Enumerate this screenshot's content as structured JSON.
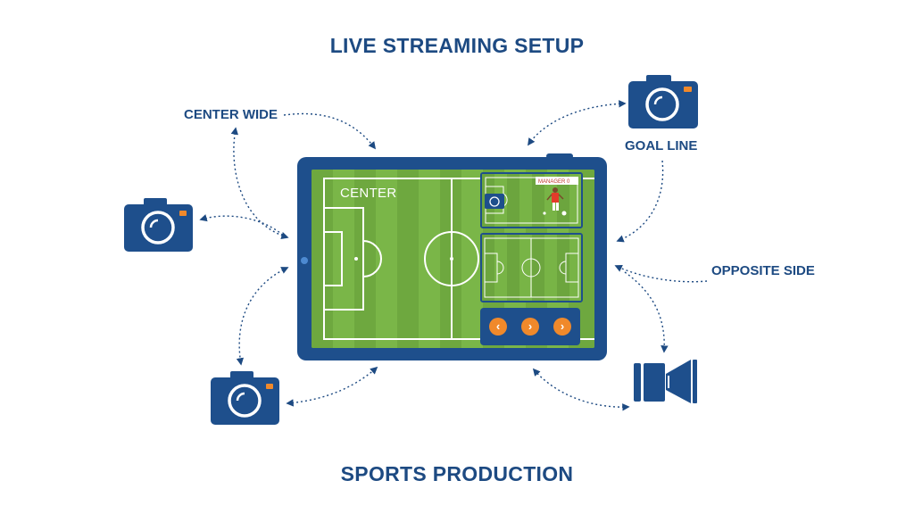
{
  "header": {
    "title": "LIVE STREAMING SETUP"
  },
  "footer": {
    "title": "SPORTS PRODUCTION"
  },
  "cameras": {
    "center_wide": {
      "label": "CENTER WIDE",
      "icon": "camera-icon"
    },
    "goal_line": {
      "label": "GOAL LINE",
      "icon": "camera-icon"
    },
    "opposite_side": {
      "label": "OPPOSITE SIDE",
      "icon": "video-camera-icon"
    },
    "left": {
      "icon": "camera-icon"
    },
    "bottom": {
      "icon": "camera-icon"
    }
  },
  "tablet": {
    "main_view_label": "CENTER",
    "thumbnail_scoreboard": "MANAGER 0",
    "controls": {
      "prev": "‹",
      "next": "›",
      "next2": "›"
    }
  },
  "colors": {
    "primary": "#1e4f8c",
    "accent": "#f0892b",
    "pitch": "#7ab648",
    "pitch_stripe": "#6ea83f"
  }
}
